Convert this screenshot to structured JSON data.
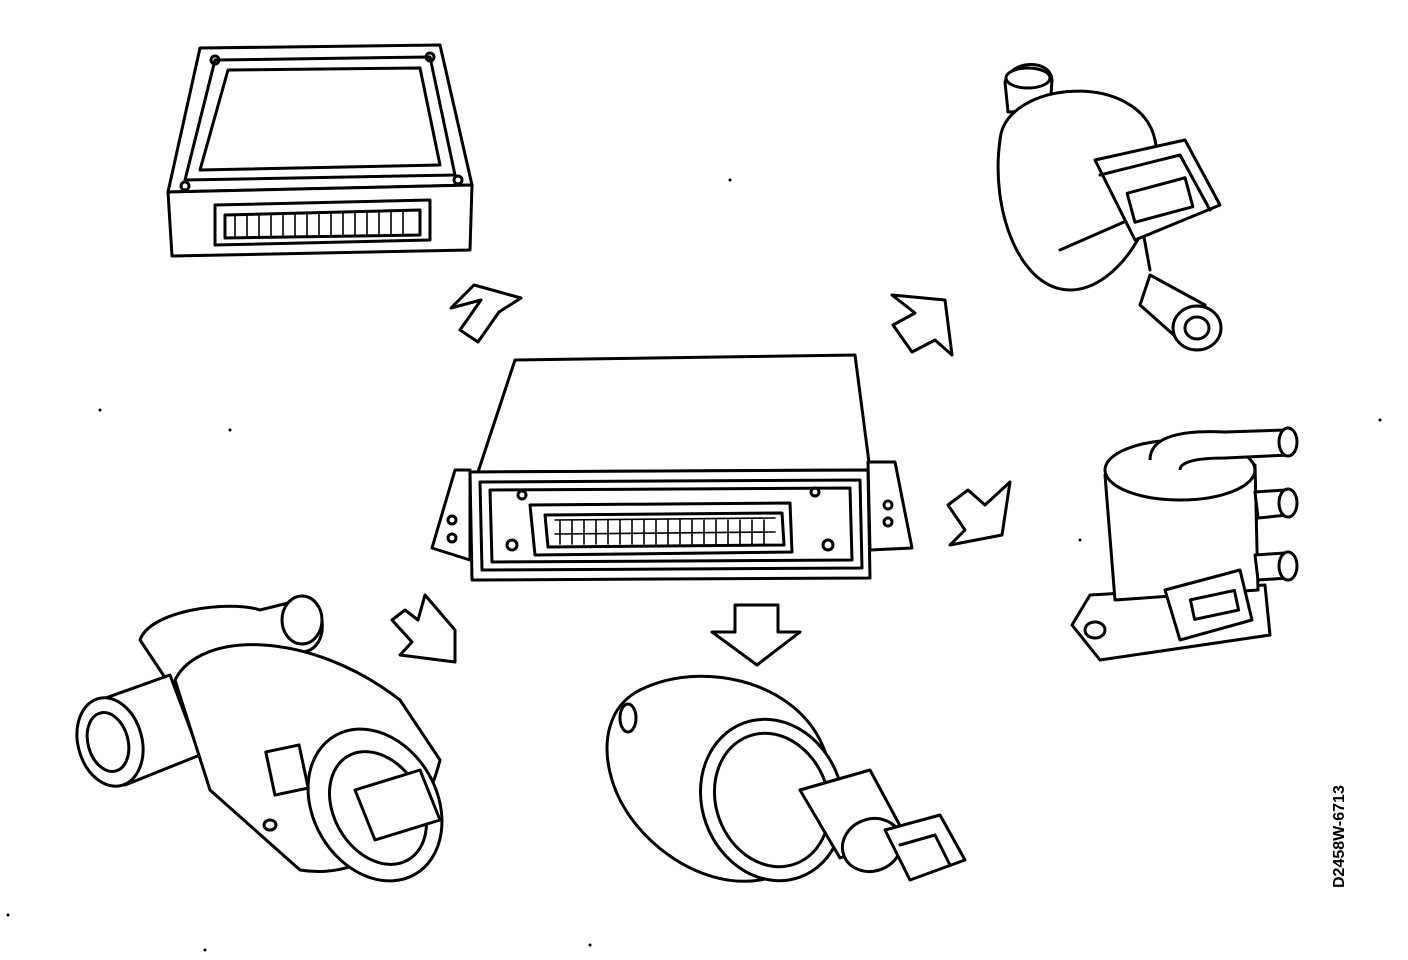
{
  "figure": {
    "reference_code": "D2458W-6713",
    "line_color": "#000000",
    "background_color": "#ffffff"
  },
  "components": [
    {
      "id": "central-control-module",
      "icon": "central-ecu-icon"
    },
    {
      "id": "control-module-top-left",
      "icon": "ecu-box-icon"
    },
    {
      "id": "valve-top-right",
      "icon": "solenoid-valve-icon"
    },
    {
      "id": "valve-right",
      "icon": "three-port-valve-icon"
    },
    {
      "id": "stepper-motor-bottom",
      "icon": "stepper-motor-icon"
    },
    {
      "id": "idle-air-valve-bottom-left",
      "icon": "idle-air-valve-icon"
    }
  ],
  "arrows": [
    {
      "id": "arrow-to-top-left",
      "direction": "up-left"
    },
    {
      "id": "arrow-to-top-right",
      "direction": "up-right"
    },
    {
      "id": "arrow-to-right",
      "direction": "down-right"
    },
    {
      "id": "arrow-to-bottom",
      "direction": "down"
    },
    {
      "id": "arrow-to-bottom-left",
      "direction": "down-left"
    }
  ]
}
